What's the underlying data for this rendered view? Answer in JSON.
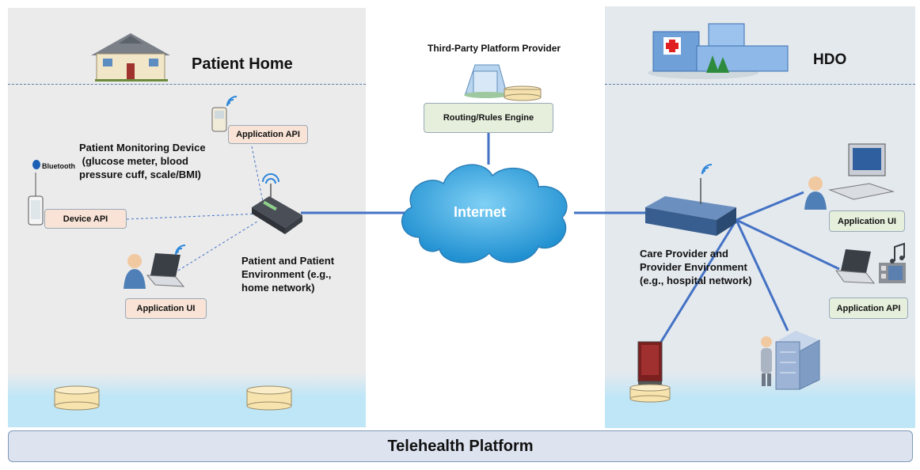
{
  "patient_home": {
    "title": "Patient Home",
    "monitoring_device_text": [
      "Patient Monitoring Device",
      " (glucose meter, blood",
      "pressure cuff, scale/BMI)"
    ],
    "bluetooth_label": "Bluetooth",
    "application_api": "Application API",
    "device_api": "Device API",
    "application_ui": "Application UI",
    "environment_text": [
      "Patient and Patient",
      "Environment (e.g.,",
      "home network)"
    ]
  },
  "third_party": {
    "title": "Third-Party Platform Provider",
    "routing_engine": "Routing/Rules Engine"
  },
  "internet": {
    "label": "Internet"
  },
  "hdo": {
    "title": "HDO",
    "environment_text": [
      "Care Provider and",
      "Provider Environment",
      "(e.g., hospital network)"
    ],
    "application_ui": "Application UI",
    "application_api": "Application API"
  },
  "platform": {
    "label": "Telehealth Platform"
  },
  "colors": {
    "line": "#4472c4",
    "cloud": "#3aa6e0",
    "peach_box": "#f8e3d6",
    "green_box": "#e5efdc"
  }
}
